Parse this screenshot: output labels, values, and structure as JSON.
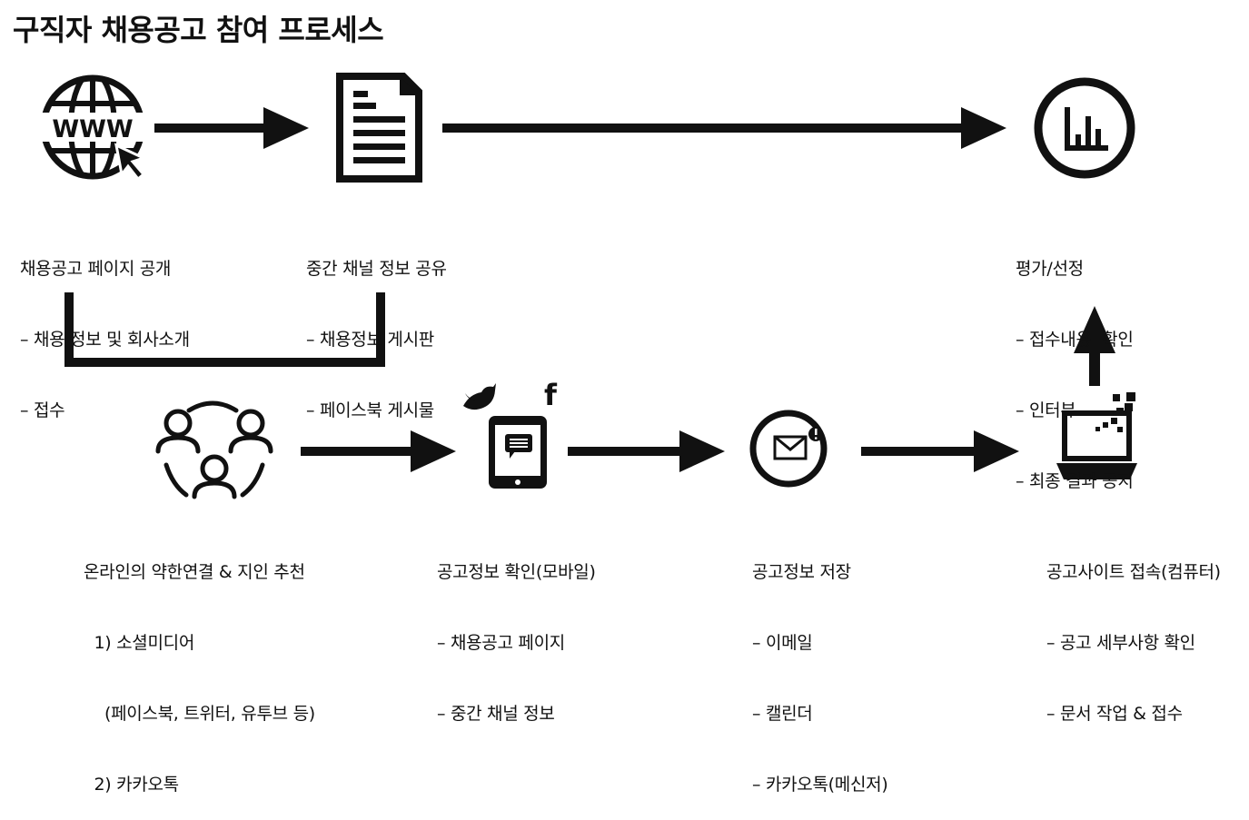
{
  "title": "구직자 채용공고 참여 프로세스",
  "icons": {
    "web": "www-globe-cursor-icon",
    "document": "document-icon",
    "evaluation": "bar-chart-circle-icon",
    "network": "people-network-icon",
    "twitter": "twitter-bird-icon",
    "facebook": "facebook-f-icon",
    "mobile": "tablet-message-icon",
    "mail": "mail-circle-icon",
    "laptop": "laptop-icon"
  },
  "icon_text": {
    "www": "WWW",
    "facebook": "f"
  },
  "blocks": {
    "web_page": [
      "채용공고 페이지 공개",
      "– 채용 정보 및 회사소개",
      "– 접수"
    ],
    "intermediate": [
      "중간 채널 정보 공유",
      "– 채용정보 게시판",
      "– 페이스북 게시물"
    ],
    "evaluation": [
      "평가/선정",
      "– 접수내용  확인",
      "– 인터뷰",
      "– 최종 결과 공지"
    ],
    "referral": [
      "온라인의 약한연결 & 지인 추천",
      "  1) 소셜미디어",
      "    (페이스북, 트위터, 유투브 등)",
      "  2) 카카오톡"
    ],
    "mobile": [
      "공고정보 확인(모바일)",
      "– 채용공고 페이지",
      "– 중간 채널 정보"
    ],
    "storage": [
      "공고정보 저장",
      "– 이메일",
      "– 캘린더",
      "– 카카오톡(메신저)"
    ],
    "site_access": [
      "공고사이트 접속(컴퓨터)",
      "– 공고 세부사항 확인",
      "– 문서 작업 & 접수"
    ]
  }
}
